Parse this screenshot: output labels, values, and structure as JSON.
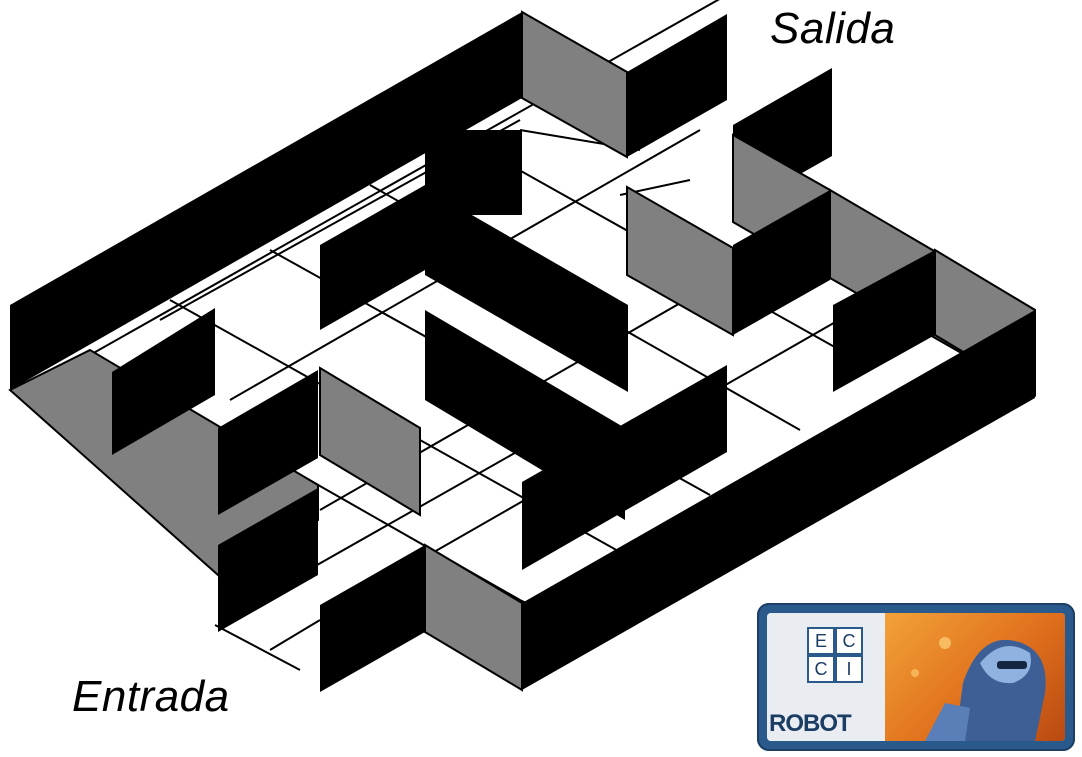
{
  "labels": {
    "exit": "Salida",
    "entry": "Entrada"
  },
  "badge": {
    "letters": [
      "E",
      "C",
      "C",
      "I"
    ],
    "word": "ROBOT"
  },
  "colors": {
    "wall_dark": "#000000",
    "wall_side": "#808080",
    "grid_line": "#000000",
    "floor": "#ffffff",
    "badge_frame": "#2a5a8c"
  },
  "icons": [
    "ecci-logo-icon",
    "robot-character-icon"
  ]
}
